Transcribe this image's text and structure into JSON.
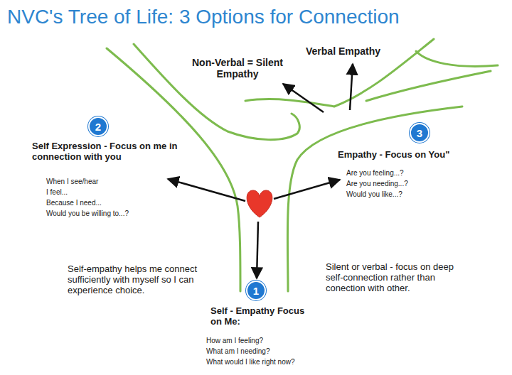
{
  "diagram": {
    "title": "NVC's Tree of Life: 3 Options for Connection",
    "nodes": [
      {
        "text": [
          "2"
        ]
      },
      {
        "text": [
          "3"
        ]
      },
      {
        "text": [
          "1"
        ]
      }
    ],
    "labels": [
      "Non-Verbal = Silent Empathy",
      "Verbal Empathy",
      "Self Expression - Focus on me in connection with you",
      "When I see/hear",
      "I feel...",
      "Because I need...",
      "Would you be willing to...?",
      "Empathy - Focus on You\"",
      "Are you feeling...?",
      "Are you needing...?",
      "Would you like...?",
      "Self-empathy helps me connect sufficiently with myself so I can experience choice.",
      "Silent or verbal - focus on deep self-connection rather than conection with other.",
      "Self - Empathy Focus on Me:",
      "How am I feeling?",
      "What am I needing?",
      "What would I like right now?"
    ]
  }
}
